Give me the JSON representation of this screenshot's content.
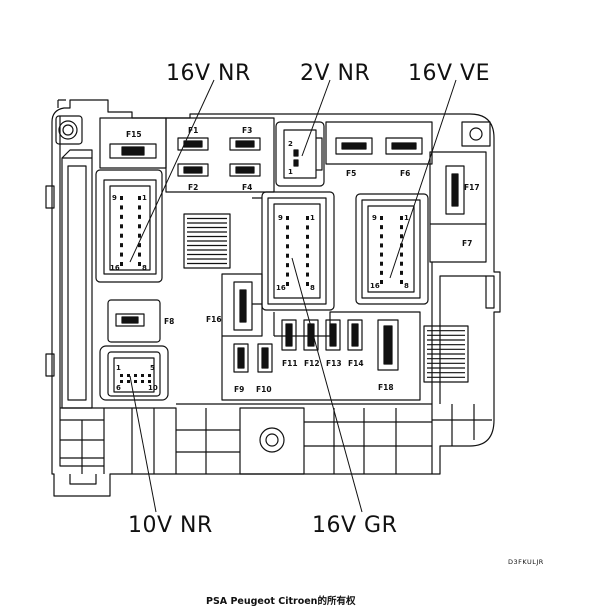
{
  "connector_labels": {
    "top_left": "16V NR",
    "top_mid": "2V NR",
    "top_right": "16V VE",
    "bottom_left": "10V NR",
    "bottom_right": "16V GR"
  },
  "fuses": {
    "F1": "F1",
    "F2": "F2",
    "F3": "F3",
    "F4": "F4",
    "F5": "F5",
    "F6": "F6",
    "F7": "F7",
    "F8": "F8",
    "F9": "F9",
    "F10": "F10",
    "F11": "F11",
    "F12": "F12",
    "F13": "F13",
    "F14": "F14",
    "F15": "F15",
    "F16": "F16",
    "F17": "F17",
    "F18": "F18"
  },
  "pins": {
    "c16_a": {
      "p9": "9",
      "p1": "1",
      "p16": "16",
      "p8": "8"
    },
    "c16_b": {
      "p9": "9",
      "p1": "1",
      "p16": "16",
      "p8": "8"
    },
    "c16_c": {
      "p9": "9",
      "p1": "1",
      "p16": "16",
      "p8": "8"
    },
    "c2": {
      "p2": "2",
      "p1": "1"
    },
    "c10": {
      "p1": "1",
      "p5": "5",
      "p6": "6",
      "p10": "10"
    }
  },
  "reference_code": "D3FKULJR",
  "copyright": "PSA Peugeot Citroen的所有权"
}
